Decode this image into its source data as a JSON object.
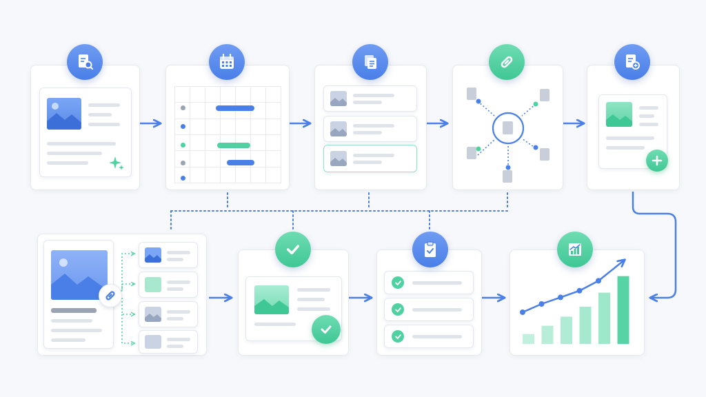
{
  "colors": {
    "blue": "#4a7fe8",
    "blue_light": "#7aa2f0",
    "green": "#4fd1a1",
    "green_light": "#8fe3c3",
    "gray": "#dfe3ea",
    "bg": "#f7f8fb"
  },
  "icons": {
    "step1": "document-search-icon",
    "step2": "calendar-icon",
    "step3": "documents-icon",
    "step4": "link-icon",
    "step5": "document-add-icon",
    "step7": "checkmark-icon",
    "step8": "clipboard-check-icon",
    "step9": "bar-chart-icon"
  },
  "chart": {
    "bars": [
      0.12,
      0.22,
      0.33,
      0.45,
      0.62,
      0.82
    ],
    "trend": [
      0.3,
      0.4,
      0.48,
      0.56,
      0.68,
      0.88
    ]
  }
}
